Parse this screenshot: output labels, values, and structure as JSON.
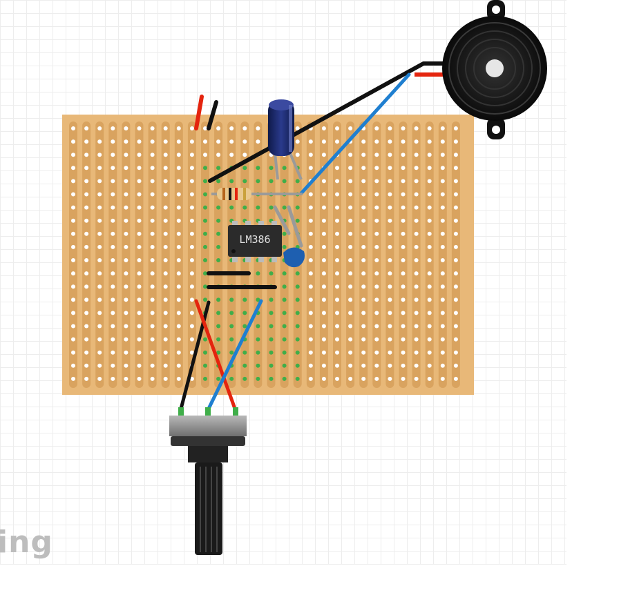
{
  "app": {
    "watermark": "ing"
  },
  "board": {
    "type": "stripboard",
    "columns": 30,
    "rows": 20,
    "color": "#e8b878",
    "strip_color": "#d9a35f",
    "hole_color": "#ffffff",
    "connected_hole_color": "#3fae49"
  },
  "components": {
    "ic": {
      "label": "LM386",
      "color": "#2b2b2b"
    },
    "capacitor_electrolytic": {
      "color": "#1c2a6e"
    },
    "capacitor_ceramic": {
      "color": "#1e5fb0"
    },
    "resistor": {
      "color": "#e9c88e"
    },
    "buzzer": {
      "color": "#111111"
    },
    "potentiometer": {
      "color": "#222222"
    }
  },
  "wire_colors": {
    "red": "#e4240e",
    "black": "#111111",
    "blue": "#1f7fd0",
    "gray": "#9a9a9a"
  }
}
